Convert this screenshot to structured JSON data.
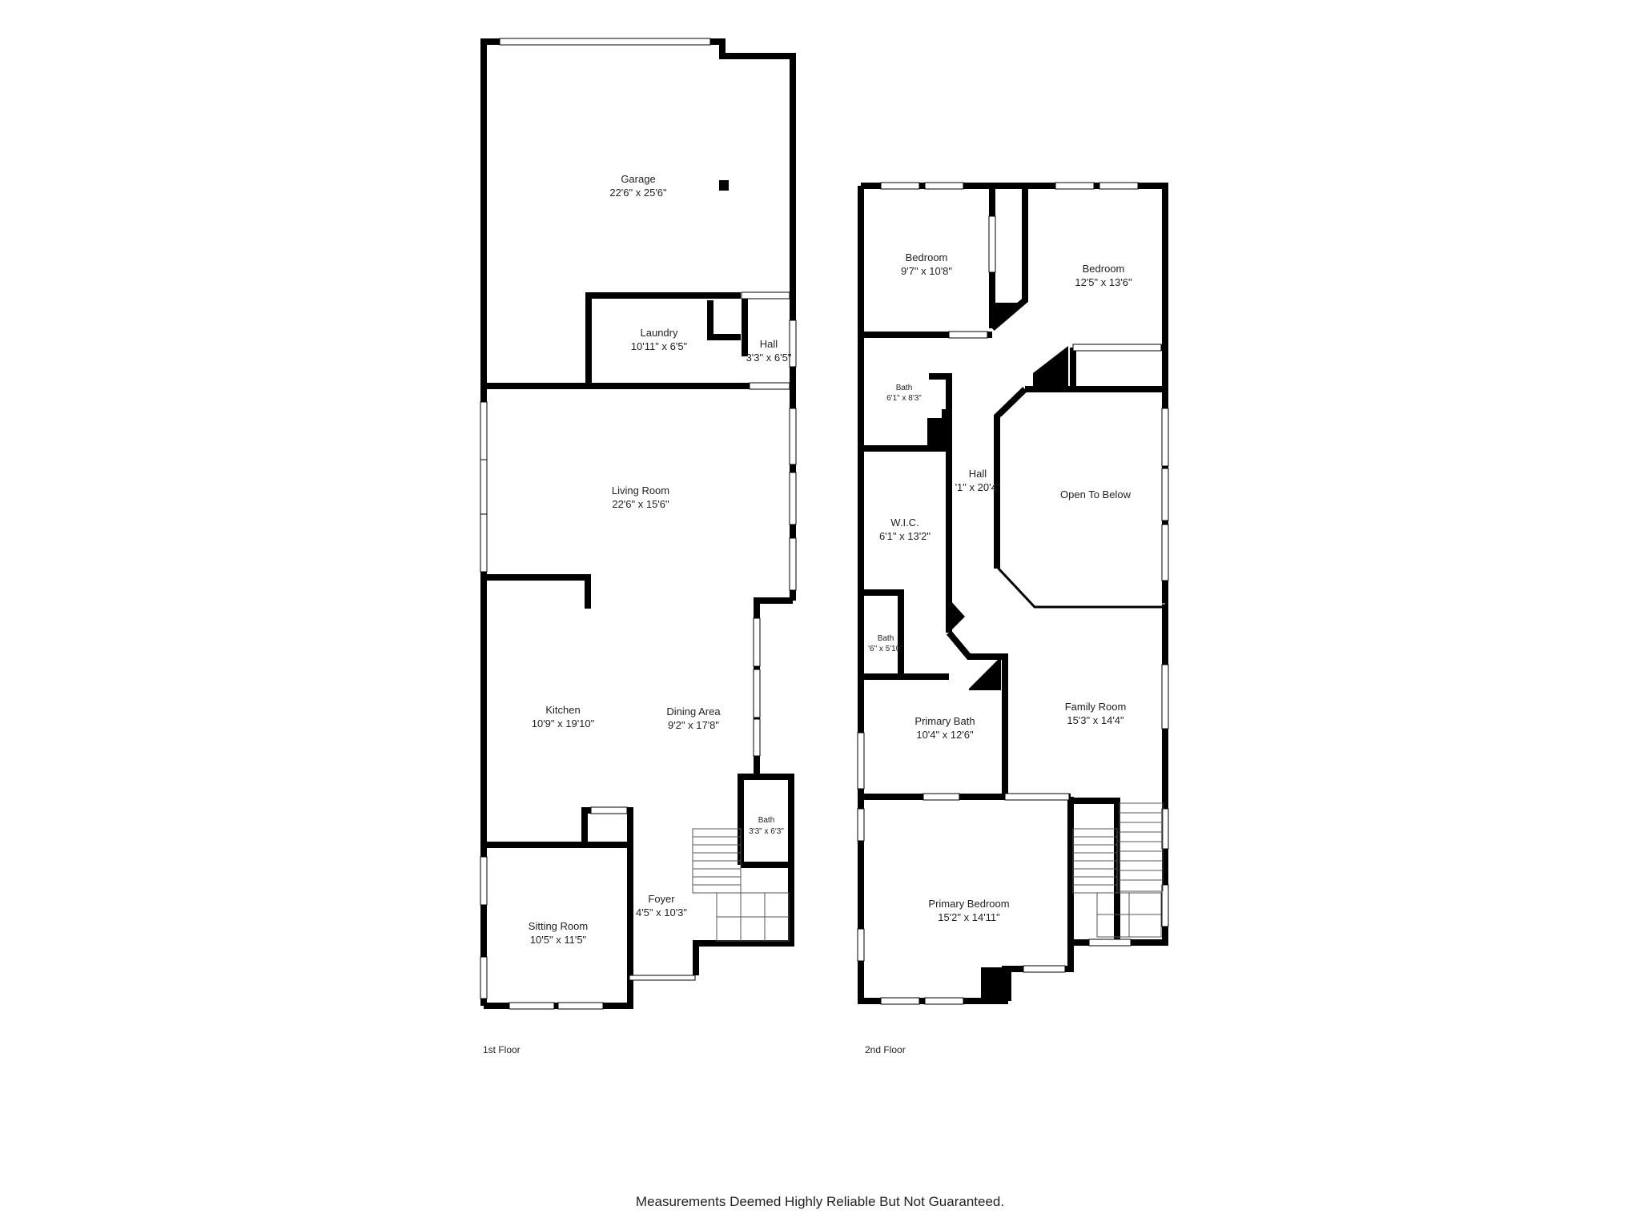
{
  "floors": [
    {
      "label": "1st Floor",
      "rooms": [
        {
          "name": "Garage",
          "dim": "22'6\" x 25'6\""
        },
        {
          "name": "Laundry",
          "dim": "10'11\" x 6'5\""
        },
        {
          "name": "Hall",
          "dim": "3'3\" x 6'5\""
        },
        {
          "name": "Living Room",
          "dim": "22'6\" x 15'6\""
        },
        {
          "name": "Kitchen",
          "dim": "10'9\" x 19'10\""
        },
        {
          "name": "Dining Area",
          "dim": "9'2\" x 17'8\""
        },
        {
          "name": "Bath",
          "dim": "3'3\" x 6'3\""
        },
        {
          "name": "Foyer",
          "dim": "4'5\" x 10'3\""
        },
        {
          "name": "Sitting Room",
          "dim": "10'5\" x 11'5\""
        }
      ]
    },
    {
      "label": "2nd Floor",
      "rooms": [
        {
          "name": "Bedroom",
          "dim": "9'7\" x 10'8\""
        },
        {
          "name": "Bedroom",
          "dim": "12'5\" x 13'6\""
        },
        {
          "name": "Bath",
          "dim": "6'1\" x 8'3\""
        },
        {
          "name": "Hall",
          "dim": "'1\" x 20'4\""
        },
        {
          "name": "Open To Below",
          "dim": ""
        },
        {
          "name": "W.I.C.",
          "dim": "6'1\" x 13'2\""
        },
        {
          "name": "Bath",
          "dim": "'6\" x 5'10\""
        },
        {
          "name": "Primary Bath",
          "dim": "10'4\" x 12'6\""
        },
        {
          "name": "Family Room",
          "dim": "15'3\" x 14'4\""
        },
        {
          "name": "Primary Bedroom",
          "dim": "15'2\" x 14'11\""
        }
      ]
    }
  ],
  "disclaimer": "Measurements Deemed Highly Reliable But Not Guaranteed."
}
